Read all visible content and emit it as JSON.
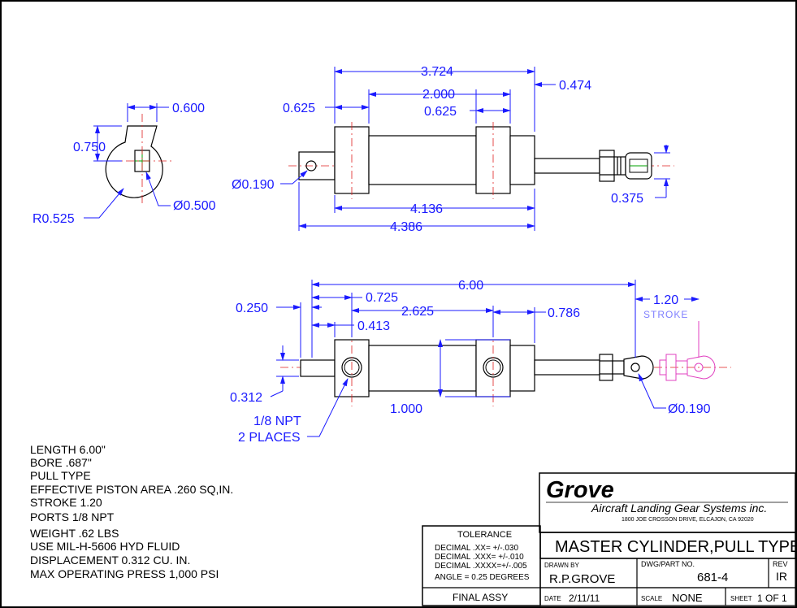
{
  "top_view": {
    "dim_overall_top": "3.724",
    "dim_center": "2.000",
    "dim_left_flange": "0.625",
    "dim_right_flange": "0.625",
    "dim_rod_end": "0.474",
    "dim_hole": "Ø0.190",
    "dim_body": "4.136",
    "dim_overall": "4.386",
    "dim_rod": "0.375"
  },
  "end_view": {
    "dim_width": "0.600",
    "dim_height": "0.750",
    "dim_radius": "R0.525",
    "dim_hole": "Ø0.500"
  },
  "side_view": {
    "dim_overall": "6.00",
    "dim_stroke": "1.20",
    "stroke_label": "STROKE",
    "dim_250": "0.250",
    "dim_725": "0.725",
    "dim_2625": "2.625",
    "dim_786": "0.786",
    "dim_413": "0.413",
    "dim_312": "0.312",
    "dim_1000": "1.000",
    "dim_hole": "Ø0.190",
    "ports_line1": "1/8 NPT",
    "ports_line2": "2 PLACES"
  },
  "notes": [
    "LENGTH 6.00\"",
    "BORE .687\"",
    "PULL TYPE",
    "EFFECTIVE PISTON AREA .260 SQ,IN.",
    "STROKE 1.20",
    "PORTS 1/8 NPT",
    "WEIGHT .62 LBS",
    "USE MIL-H-5606 HYD FLUID",
    "DISPLACEMENT 0.312 CU. IN.",
    "MAX OPERATING PRESS 1,000 PSI"
  ],
  "title_block": {
    "company": "Grove",
    "company_full": "Aircraft Landing Gear Systems inc.",
    "address": "1800 JOE CROSSON DRIVE, ELCAJON, CA 92020",
    "title": "MASTER CYLINDER,PULL TYPE",
    "tolerance_header": "TOLERANCE",
    "tolerance_lines": [
      "DECIMAL .XX= +/-.030",
      "DECIMAL .XXX= +/-.010",
      "DECIMAL .XXXX=+/-.005",
      "ANGLE = 0.25 DEGREES"
    ],
    "drawn_by_label": "DRAWN BY",
    "drawn_by": "R.P.GROVE",
    "dwg_label": "DWG/PART NO.",
    "dwg_no": "681-4",
    "rev_label": "REV",
    "rev": "IR",
    "final_assy": "FINAL ASSY",
    "date_label": "DATE",
    "date": "2/11/11",
    "scale_label": "SCALE",
    "scale": "NONE",
    "sheet_label": "SHEET",
    "sheet": "1 OF 1"
  }
}
